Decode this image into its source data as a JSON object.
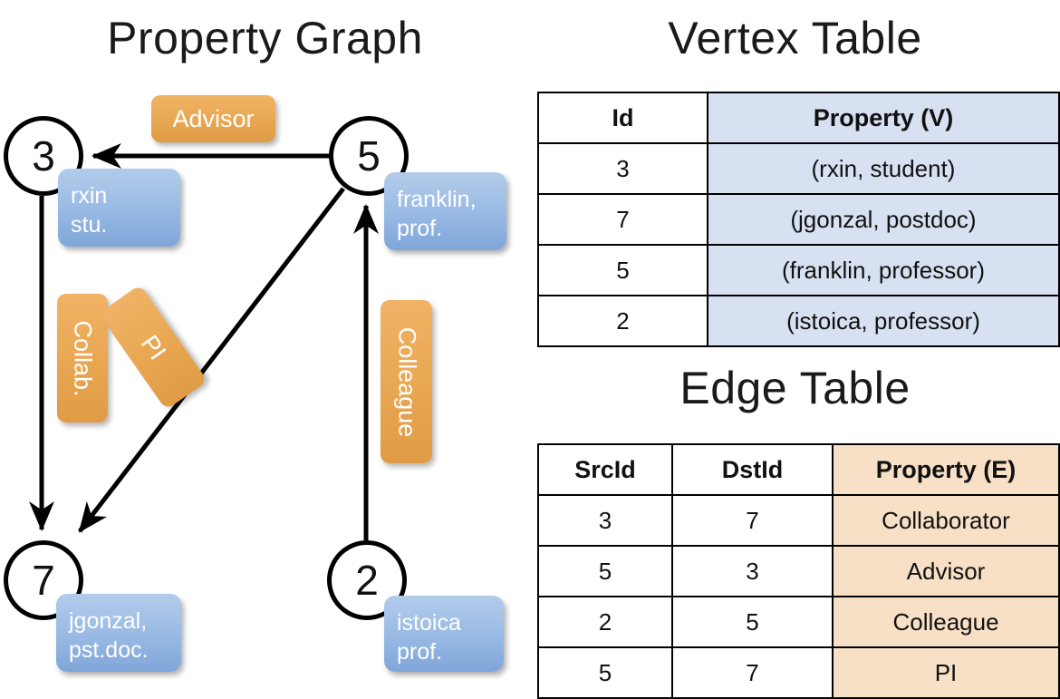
{
  "titles": {
    "property_graph": "Property Graph",
    "vertex_table": "Vertex Table",
    "edge_table": "Edge Table"
  },
  "graph": {
    "nodes": [
      {
        "id": "3",
        "property_line1": "rxin",
        "property_line2": "stu."
      },
      {
        "id": "5",
        "property_line1": "franklin,",
        "property_line2": "prof."
      },
      {
        "id": "7",
        "property_line1": "jgonzal,",
        "property_line2": "pst.doc."
      },
      {
        "id": "2",
        "property_line1": "istoica",
        "property_line2": "prof."
      }
    ],
    "edge_labels": {
      "advisor": "Advisor",
      "collab": "Collab.",
      "pi": "PI",
      "colleague": "Colleague"
    },
    "edges": [
      {
        "src": "5",
        "dst": "3",
        "label": "Advisor"
      },
      {
        "src": "3",
        "dst": "7",
        "label": "Collab."
      },
      {
        "src": "5",
        "dst": "7",
        "label": "PI"
      },
      {
        "src": "2",
        "dst": "5",
        "label": "Colleague"
      }
    ]
  },
  "vertex_table": {
    "headers": [
      "Id",
      "Property (V)"
    ],
    "rows": [
      {
        "id": "3",
        "property": "(rxin, student)"
      },
      {
        "id": "7",
        "property": "(jgonzal, postdoc)"
      },
      {
        "id": "5",
        "property": "(franklin, professor)"
      },
      {
        "id": "2",
        "property": "(istoica, professor)"
      }
    ]
  },
  "edge_table": {
    "headers": [
      "SrcId",
      "DstId",
      "Property (E)"
    ],
    "rows": [
      {
        "src": "3",
        "dst": "7",
        "property": "Collaborator"
      },
      {
        "src": "5",
        "dst": "3",
        "property": "Advisor"
      },
      {
        "src": "2",
        "dst": "5",
        "property": "Colleague"
      },
      {
        "src": "5",
        "dst": "7",
        "property": "PI"
      }
    ]
  },
  "colors": {
    "node_stroke": "#000000",
    "vertex_cell_bg": "#d7e1f2",
    "edge_cell_bg": "#f7e0c6",
    "property_box_blue": "#9dbde5",
    "edge_label_orange": "#eaa955",
    "background": "#ffffff"
  }
}
